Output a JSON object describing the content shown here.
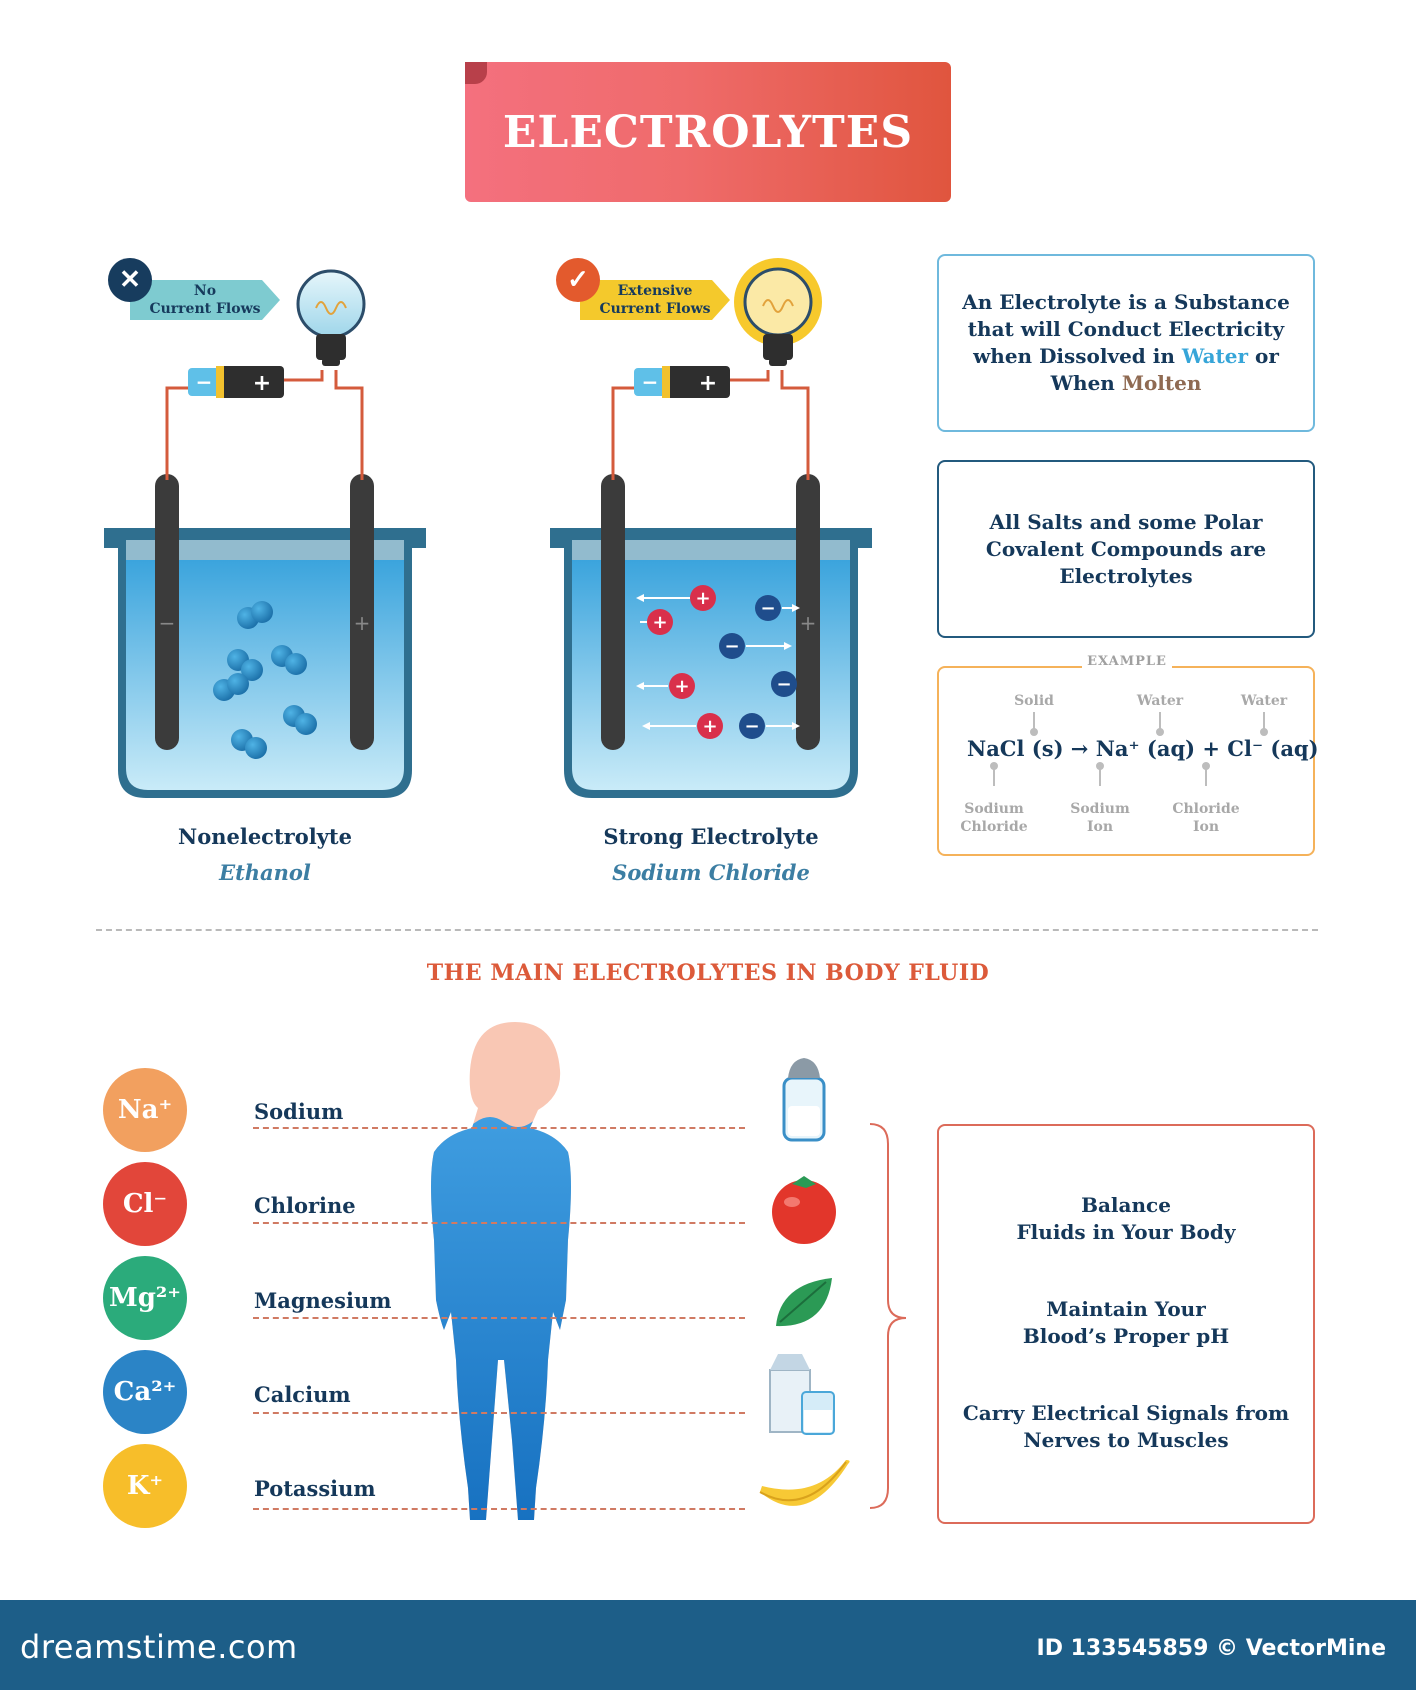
{
  "title": "ELECTROLYTES",
  "left_experiment": {
    "badge_line1": "No",
    "badge_line2": "Current Flows",
    "label": "Nonelectrolyte",
    "substance": "Ethanol"
  },
  "right_experiment": {
    "badge_line1": "Extensive",
    "badge_line2": "Current Flows",
    "label": "Strong Electrolyte",
    "substance": "Sodium Chloride"
  },
  "definition": {
    "line1": "An Electrolyte is a Substance",
    "line2": "that will Conduct Electricity",
    "line3_a": "when Dissolved in ",
    "line3_water": "Water",
    "line3_b": " or",
    "line4_a": "When ",
    "line4_molten": "Molten"
  },
  "salts_note": {
    "line1": "All Salts and some Polar",
    "line2": "Covalent Compounds are",
    "line3": "Electrolytes"
  },
  "example": {
    "label": "EXAMPLE",
    "top_solid": "Solid",
    "top_water1": "Water",
    "top_water2": "Water",
    "equation": "NaCl (s) → Na⁺ (aq) + Cl⁻ (aq)",
    "bottom1_line1": "Sodium",
    "bottom1_line2": "Chloride",
    "bottom2_line1": "Sodium",
    "bottom2_line2": "Ion",
    "bottom3_line1": "Chloride",
    "bottom3_line2": "Ion"
  },
  "section_title": "THE MAIN ELECTROLYTES IN BODY FLUID",
  "ions": [
    {
      "symbol": "Na⁺",
      "name": "Sodium",
      "color": "#f2a05f"
    },
    {
      "symbol": "Cl⁻",
      "name": "Chlorine",
      "color": "#e2463a"
    },
    {
      "symbol": "Mg²⁺",
      "name": "Magnesium",
      "color": "#2bab7b"
    },
    {
      "symbol": "Ca²⁺",
      "name": "Calcium",
      "color": "#2b84c6"
    },
    {
      "symbol": "K⁺",
      "name": "Potassium",
      "color": "#f7be2a"
    }
  ],
  "benefits": {
    "b1_line1": "Balance",
    "b1_line2": "Fluids in Your Body",
    "b2_line1": "Maintain Your",
    "b2_line2": "Blood’s Proper pH",
    "b3_line1": "Carry Electrical Signals from",
    "b3_line2": "Nerves to Muscles"
  },
  "footer": {
    "site": "dreamstime.com",
    "id_credit": "ID 133545859 © VectorMine"
  }
}
